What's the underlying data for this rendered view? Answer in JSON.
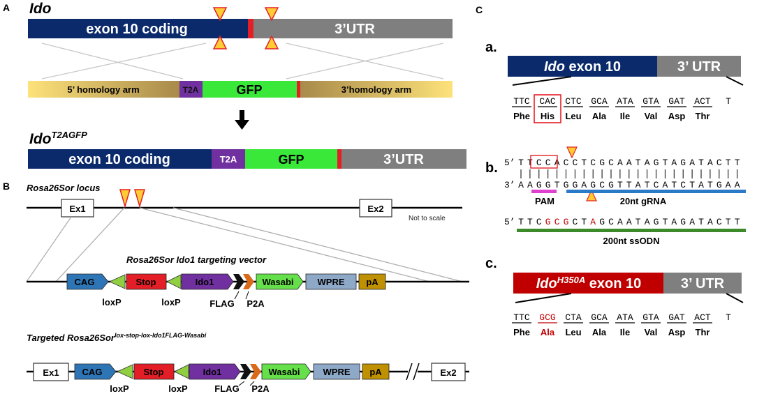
{
  "panelA": {
    "label": "A",
    "gene": "Ido",
    "exon": "exon 10 coding",
    "utr": "3’UTR",
    "arm5": "5’ homology arm",
    "t2a": "T2A",
    "gfp": "GFP",
    "arm3": "3’homology arm",
    "result_gene": "Ido",
    "result_sup": "T2AGFP"
  },
  "panelB": {
    "label": "B",
    "locus": "Rosa26Sor locus",
    "ex1": "Ex1",
    "ex2": "Ex2",
    "not_to_scale": "Not to scale",
    "vector_title": "Rosa26Sor Ido1 targeting vector",
    "cag": "CAG",
    "stop": "Stop",
    "ido1": "Ido1",
    "wasabi": "Wasabi",
    "wpre": "WPRE",
    "pa": "pA",
    "loxp": "loxP",
    "flag": "FLAG",
    "p2a": "P2A",
    "targeted_title": "Targeted Rosa26Sor",
    "targeted_sup": "lox-stop-lox-Ido1FLAG-Wasabi"
  },
  "panelC": {
    "label": "C",
    "sub_a": "a.",
    "sub_b": "b.",
    "sub_c": "c.",
    "gene": "Ido",
    "exon": " exon 10",
    "utr": "3’ UTR",
    "codons_a": [
      "TTC",
      "CAC",
      "CTC",
      "GCA",
      "ATA",
      "GTA",
      "GAT",
      "ACT",
      "T"
    ],
    "aa_a": [
      "Phe",
      "His",
      "Leu",
      "Ala",
      "Ile",
      "Val",
      "Asp",
      "Thr"
    ],
    "prime5": "5’",
    "prime3": "3’",
    "top_seq": "TTCCACCTCGCAATAGTAGATACTT",
    "bottom_seq": "AAGGTGGAGCGTTATCATCTATGAA",
    "pam": "PAM",
    "grna": "20nt gRNA",
    "ssodn_seq": "TTCGCGCTAGCAATAGTAGATACTT",
    "ssodn": "200nt ssODN",
    "mut_gene": "Ido",
    "mut_sup": "H350A",
    "mut_exon": " exon 10",
    "codons_c": [
      "TTC",
      "GCG",
      "CTA",
      "GCA",
      "ATA",
      "GTA",
      "GAT",
      "ACT",
      "T"
    ],
    "aa_c": [
      "Phe",
      "Ala",
      "Leu",
      "Ala",
      "Ile",
      "Val",
      "Asp",
      "Thr"
    ]
  },
  "colors": {
    "navy": "#0b2a6b",
    "gray": "#7f7f7f",
    "red": "#e41e26",
    "purple": "#7030a0",
    "green": "#3ae83a",
    "arm_gold": "#c8a040",
    "cag_blue": "#2e75b6",
    "loxp_green": "#8fcf40",
    "wasabi": "#66e04a",
    "wpre": "#8ea9c8",
    "pa": "#bf9000",
    "flag_orange": "#d86a1a",
    "mut_red": "#c00000",
    "pam_magenta": "#e040d0",
    "grna_blue": "#2a7ac8",
    "ssodn_green": "#3d8a2a",
    "triangle_fill": "#ffcc33"
  }
}
